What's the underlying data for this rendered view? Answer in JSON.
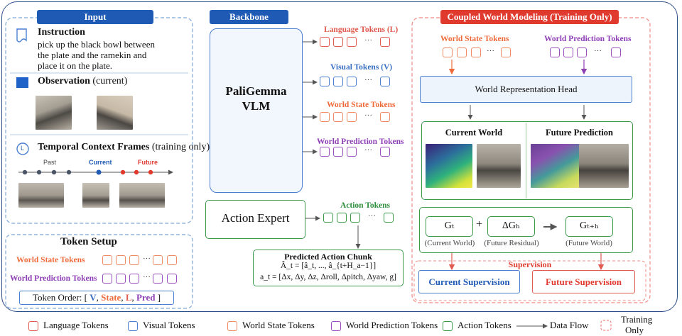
{
  "input": {
    "title": "Input",
    "instruction_title": "Instruction",
    "instruction_text": [
      "pick up the black bowl between",
      "the plate and the ramekin and",
      "place it on the plate."
    ],
    "observation_title": "Observation",
    "observation_suffix": "(current)",
    "temporal_title": "Temporal Context Frames",
    "temporal_suffix": "(training only)",
    "timeline_past": "Past",
    "timeline_current": "Current",
    "timeline_future": "Future",
    "icon_l": "L"
  },
  "token_setup": {
    "title": "Token Setup",
    "world_state": "World State Tokens",
    "world_prediction": "World Prediction Tokens",
    "order_prefix": "Token Order: [",
    "order_v": "V",
    "order_state": "State",
    "order_l": "L",
    "order_pred": "Pred",
    "order_suffix": "]",
    "sep": ","
  },
  "backbone": {
    "title": "Backbone",
    "vlm_line1": "PaliGemma",
    "vlm_line2": "VLM",
    "language_tokens": "Language Tokens (L)",
    "visual_tokens": "Visual Tokens (V)",
    "world_state_tokens": "World State Tokens",
    "world_prediction_tokens": "World Prediction Tokens",
    "action_expert": "Action Expert",
    "action_tokens": "Action Tokens",
    "chunk_title": "Predicted Action Chunk",
    "chunk_eq1": "Â_t = [â_t, ..., â_{t+H_a−1}]",
    "chunk_eq2": "a_t = [Δx, Δy, Δz, Δroll, Δpitch, Δyaw, g]",
    "ellipsis": "···"
  },
  "cwm": {
    "title": "Coupled World Modeling (Training Only)",
    "world_state_tokens": "World State Tokens",
    "world_prediction_tokens": "World Prediction Tokens",
    "head": "World Representation Head",
    "current_world": "Current World",
    "future_prediction": "Future Prediction",
    "g_t": "Gₜ",
    "delta_g": "ΔGₕ",
    "g_th": "Gₜ₊ₕ",
    "plus": "+",
    "arrow": "→",
    "g_t_caption": "(Current World)",
    "delta_caption": "(Future Residual)",
    "g_th_caption": "(Future World)",
    "supervision": "Supervision",
    "current_supervision": "Current Supervision",
    "future_supervision": "Future Supervision"
  },
  "legend": {
    "language": "Language Tokens",
    "visual": "Visual Tokens",
    "world_state": "World State Tokens",
    "world_prediction": "World Prediction Tokens",
    "action": "Action Tokens",
    "data_flow": "Data Flow",
    "training_line1": "Training",
    "training_line2": "Only"
  },
  "colors": {
    "header_blue": "#1f5bb5",
    "header_red": "#e03a2f",
    "language": "#e05a4f",
    "visual": "#4a7fd0",
    "world_state": "#ef8a62",
    "world_prediction": "#9b4fbf",
    "action": "#3a9a4a"
  }
}
